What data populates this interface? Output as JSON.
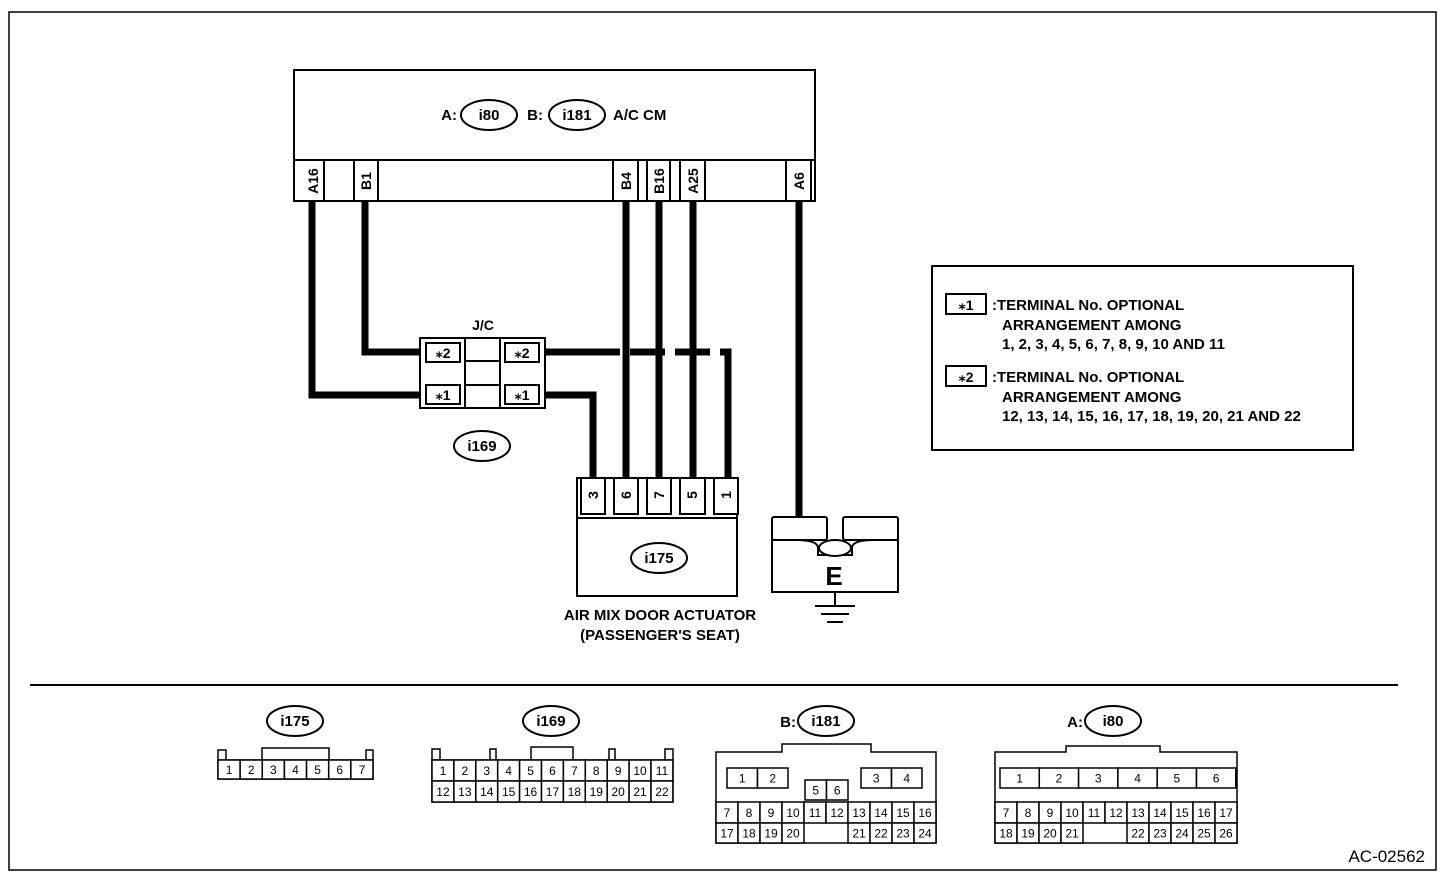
{
  "module": {
    "prefix_a": "A:",
    "connector_a": "i80",
    "prefix_b": "B:",
    "connector_b": "i181",
    "name": "A/C CM",
    "terminals": [
      "A16",
      "B1",
      "B4",
      "B16",
      "A25",
      "A6"
    ]
  },
  "junction": {
    "title": "J/C",
    "left_pins": [
      "⁎2",
      "⁎1"
    ],
    "right_pins": [
      "⁎2",
      "⁎1"
    ],
    "connector": "i169"
  },
  "actuator": {
    "pins": [
      "3",
      "6",
      "7",
      "5",
      "1"
    ],
    "connector": "i175",
    "label_line1": "AIR MIX DOOR ACTUATOR",
    "label_line2": "(PASSENGER'S SEAT)"
  },
  "ground": {
    "label": "E"
  },
  "legend": {
    "items": [
      {
        "marker": "⁎1",
        "line1": ":TERMINAL No. OPTIONAL",
        "line2": "ARRANGEMENT AMONG",
        "line3": "1, 2, 3, 4, 5, 6, 7, 8, 9, 10 AND 11"
      },
      {
        "marker": "⁎2",
        "line1": ":TERMINAL No. OPTIONAL",
        "line2": "ARRANGEMENT AMONG",
        "line3": "12, 13, 14, 15, 16, 17, 18, 19, 20, 21 AND 22"
      }
    ]
  },
  "connector_views": {
    "i175": {
      "label": "i175",
      "row1": [
        "1",
        "2",
        "3",
        "4",
        "5",
        "6",
        "7"
      ]
    },
    "i169": {
      "label": "i169",
      "row1": [
        "1",
        "2",
        "3",
        "4",
        "5",
        "6",
        "7",
        "8",
        "9",
        "10",
        "11"
      ],
      "row2": [
        "12",
        "13",
        "14",
        "15",
        "16",
        "17",
        "18",
        "19",
        "20",
        "21",
        "22"
      ]
    },
    "i181": {
      "prefix": "B:",
      "label": "i181",
      "top_left": [
        "1",
        "2"
      ],
      "top_mid": [
        "5",
        "6"
      ],
      "top_right": [
        "3",
        "4"
      ],
      "row2": [
        "7",
        "8",
        "9",
        "10",
        "11",
        "12",
        "13",
        "14",
        "15",
        "16"
      ],
      "row3_left": [
        "17",
        "18",
        "19",
        "20"
      ],
      "row3_right": [
        "21",
        "22",
        "23",
        "24"
      ]
    },
    "i80": {
      "prefix": "A:",
      "label": "i80",
      "row1": [
        "1",
        "2",
        "3",
        "4",
        "5",
        "6"
      ],
      "row2": [
        "7",
        "8",
        "9",
        "10",
        "11",
        "12",
        "13",
        "14",
        "15",
        "16",
        "17"
      ],
      "row3_left": [
        "18",
        "19",
        "20",
        "21"
      ],
      "row3_right": [
        "22",
        "23",
        "24",
        "25",
        "26"
      ]
    }
  },
  "figure_code": "AC-02562"
}
